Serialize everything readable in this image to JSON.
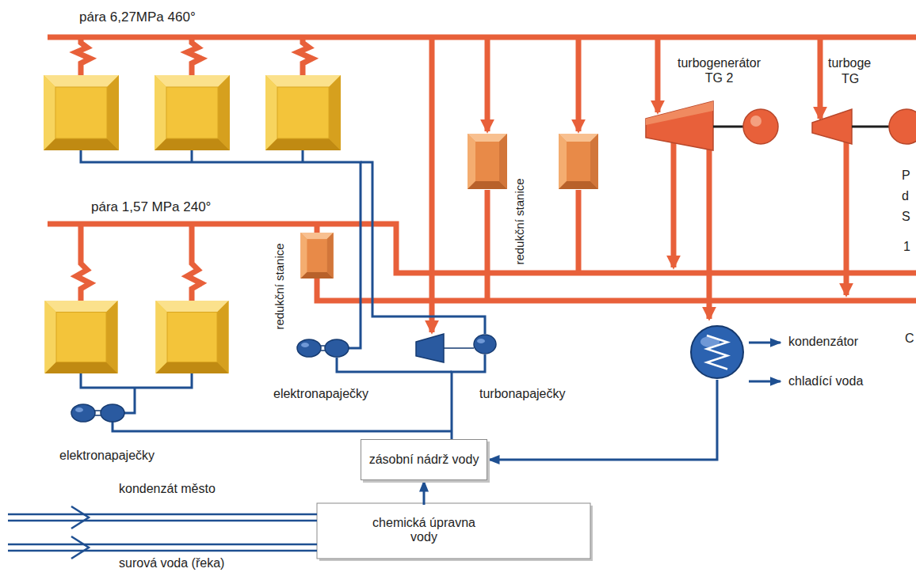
{
  "diagram": {
    "nodes": [
      {
        "text": [
          "zásobní nádrž vody"
        ]
      },
      {
        "text": [
          "chemická úpravna vody"
        ]
      },
      {
        "text": [
          "kondenzátor"
        ]
      }
    ],
    "edges": [
      {
        "from": 1,
        "to": 0,
        "arrow": "to"
      },
      {
        "from": 2,
        "to": 0,
        "arrow": "to"
      }
    ],
    "labels": [
      "pára 6,27MPa 460°",
      "turbogenerátor TG 2",
      "turboge",
      "TG",
      "redukční stanice",
      "P",
      "d",
      "S",
      "pára 1,57 MPa 240°",
      "redukční stanice",
      "1",
      "C",
      "chladící voda",
      "elektronapaječky",
      "turbonapaječky",
      "elektronapaječky",
      "kondenzát město",
      "surová voda (řeka)"
    ]
  }
}
